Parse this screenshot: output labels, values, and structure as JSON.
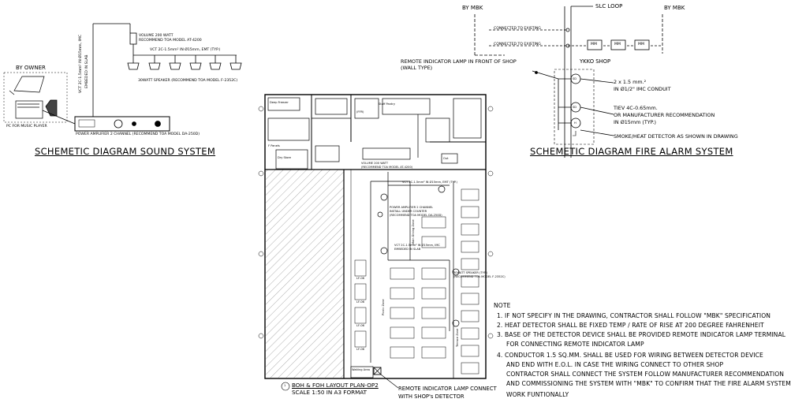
{
  "sound": {
    "title": "SCHEMETIC DIAGRAM SOUND SYSTEM",
    "by_owner": "BY OWNER",
    "pc": "PC FOR MUSIC PLAYER",
    "volume_line1": "VOLUME 200 WATT",
    "volume_line2": "RECOMMEND TOA MODEL AT-4200",
    "vct_top": "VCT 2C-1.5mm² IN Ø15mm, EMT (TYP.)",
    "vct_vertical1": "VCT 2C-1.5mm² IN Ø15mm, IMC",
    "vct_vertical2": "EMBEDED IN SLAB",
    "speaker_label": "30WATT SPEAKER (RECOMMEND TOA MODEL F-2352C)",
    "amp_label": "POWER AMPLIFIER 2 CHANNEL (RECOMMEND TOA MODEL DA-250D)"
  },
  "fire": {
    "title": "SCHEMETIC DIAGRAM FIRE ALARM SYSTEM",
    "by_mbk_left": "BY MBK",
    "by_mbk_right": "BY MBK",
    "slc_loop": "SLC LOOP",
    "connected1": "CONNECTED TO EXISTING",
    "connected2": "CONNECTED TO EXISTING",
    "mm": "MM",
    "shop": "YKKO SHOP",
    "ril_line1": "REMOTE INDICATOR LAMP IN FRONT OF SHOP",
    "ril_line2": "(WALL TYPE)",
    "conduit_line1": "2 x 1.5 mm.²",
    "conduit_line2": "IN Ø1/2\" IMC CONDUIT",
    "tiev_line1": "TIEV 4C-0.65mm.",
    "tiev_line2": "OR MANUFACTURER RECOMMENDATION",
    "tiev_line3": "IN Ø15mm (TYP.)",
    "smoke_heat": "SMOKE/HEAT DETECTOR AS SHOWN IN DRAWING",
    "sym_sd": "SD",
    "sym_h": "H"
  },
  "plan": {
    "title_line1": "BOH & FOH LAYOUT PLAN-OP2",
    "title_line2": "SCALE 1:50 IN A3 FORMAT",
    "title_num": "1",
    "rooms": {
      "deep_freezer": "Deep Freezer",
      "staff_pantry": "Staff Pantry",
      "ffr": "(FFR)",
      "dry_store": "Dry Store",
      "f_panels": "F Panels",
      "out": "Out",
      "waiting_area": "Waiting Area",
      "dining_zone": "Main Dining Zone",
      "picnic_zone": "Picnic Zone",
      "terrace": "Terrace Zone"
    },
    "volume_label1": "VOLUME 200 WATT",
    "volume_label2": "(RECOMMEND TOA MODEL AT-4200)",
    "vct_plan1": "VCT 2C-1.5mm² IN Ø15mm, EMT (TYP.)",
    "amp_plan1": "POWER AMPLIFIER 2 CHANNEL",
    "amp_plan2": "INSTALL UNDER COUNTER",
    "amp_plan3": "(RECOMMEND TOA MODEL DA-250D)",
    "vct_plan2a": "VCT 2C-1.5mm² IN Ø15mm, IMC",
    "vct_plan2b": "EMBEDED IN SLAB",
    "spk_plan1": "30WATT SPEAKER (TYP.)",
    "spk_plan2": "(RECOMMEND TOA MODEL F-2352C)",
    "ril_plan1": "REMOTE INDICATOR LAMP CONNECT",
    "ril_plan2": "WITH SHOP's DETECTOR",
    "table_tag": "LF-06"
  },
  "notes": {
    "heading": "NOTE",
    "lines": [
      "1. IF NOT SPECIFY IN THE DRAWING, CONTRACTOR SHALL FOLLOW \"MBK\" SPECIFICATION",
      "2. HEAT DETECTOR SHALL BE FIXED TEMP / RATE OF RISE AT 200 DEGREE FAHRENHEIT",
      "3. BASE OF THE DETECTOR DEVICE SHALL BE PROVIDED REMOTE INDICATOR LAMP TERMINAL",
      "    FOR CONNECTING REMOTE INDICATOR LAMP",
      "4. CONDUCTOR 1.5 SQ.MM. SHALL BE USED FOR WIRING BETWEEN DETECTOR DEVICE",
      "    AND END WITH E.O.L. IN CASE THE WIRING CONNECT TO OTHER SHOP",
      "    CONTRACTOR SHALL CONNECT THE SYSTEM FOLLOW MANUFACTURER RECOMMENDATION",
      "    AND COMMISSIONING THE SYSTEM WITH \"MBK\" TO CONFIRM THAT THE FIRE ALARM SYSTEM",
      "    WORK FUNTIONALLY"
    ]
  }
}
